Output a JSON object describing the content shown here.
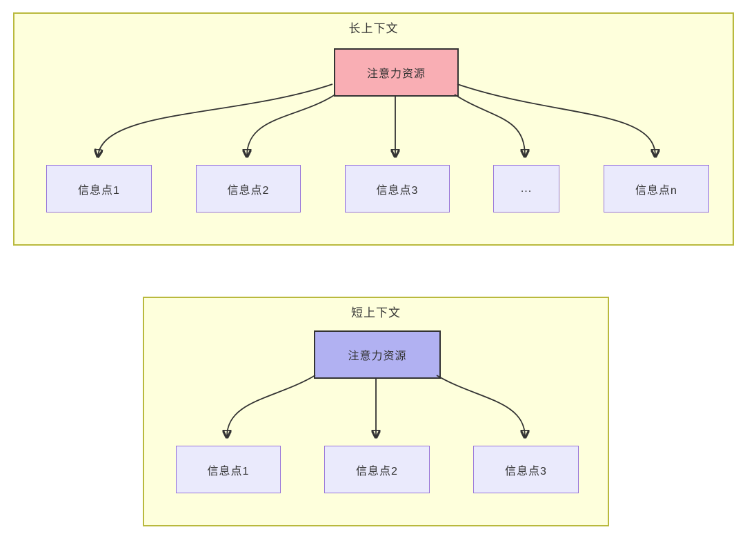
{
  "diagram": {
    "long_context": {
      "title": "长上下文",
      "source": {
        "label": "注意力资源"
      },
      "targets": [
        {
          "label": "信息点1"
        },
        {
          "label": "信息点2"
        },
        {
          "label": "信息点3"
        },
        {
          "label": "..."
        },
        {
          "label": "信息点n"
        }
      ]
    },
    "short_context": {
      "title": "短上下文",
      "source": {
        "label": "注意力资源"
      },
      "targets": [
        {
          "label": "信息点1"
        },
        {
          "label": "信息点2"
        },
        {
          "label": "信息点3"
        }
      ]
    },
    "colors": {
      "panel_fill": "#feffdc",
      "panel_border": "#b9b93d",
      "long_source_fill": "#f9aeb4",
      "short_source_fill": "#b1b1f2",
      "info_node_fill": "#eaeafc",
      "info_node_border": "#9673db",
      "source_border": "#333333",
      "arrow": "#333333",
      "text": "#333333"
    }
  }
}
